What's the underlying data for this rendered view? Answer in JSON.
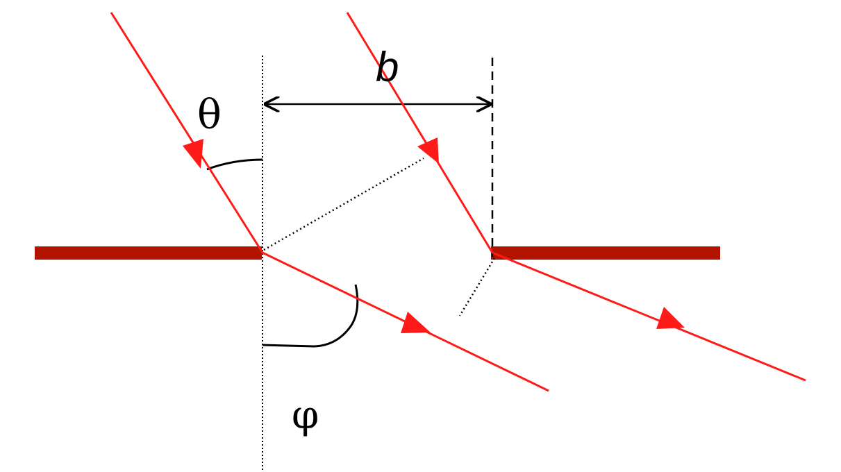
{
  "labels": {
    "theta": "θ",
    "b": "b",
    "phi": "φ"
  },
  "colors": {
    "ray": "#ff1a1a",
    "barrier": "#b31400",
    "line": "#000000",
    "background": "#ffffff"
  }
}
